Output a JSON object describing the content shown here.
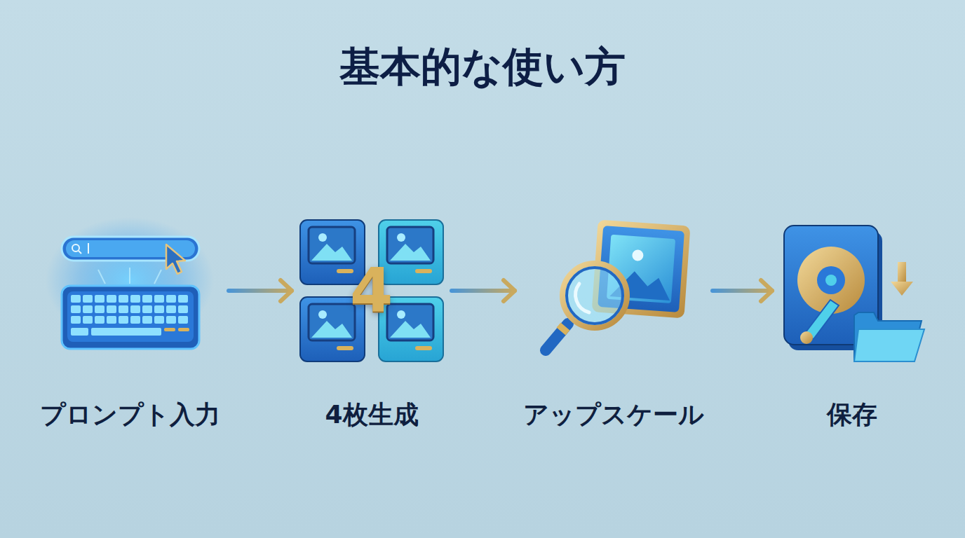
{
  "diagram": {
    "title": "基本的な使い方",
    "nodes": [
      {
        "text": [
          "プロンプト入力"
        ]
      },
      {
        "text": [
          "4枚生成"
        ]
      },
      {
        "text": [
          "アップスケール"
        ]
      },
      {
        "text": [
          "保存"
        ]
      }
    ],
    "edges": [
      {
        "from": 0,
        "to": 1,
        "arrow": "to"
      },
      {
        "from": 1,
        "to": 2,
        "arrow": "to"
      },
      {
        "from": 2,
        "to": 3,
        "arrow": "to"
      }
    ],
    "labels": [
      "4"
    ]
  }
}
